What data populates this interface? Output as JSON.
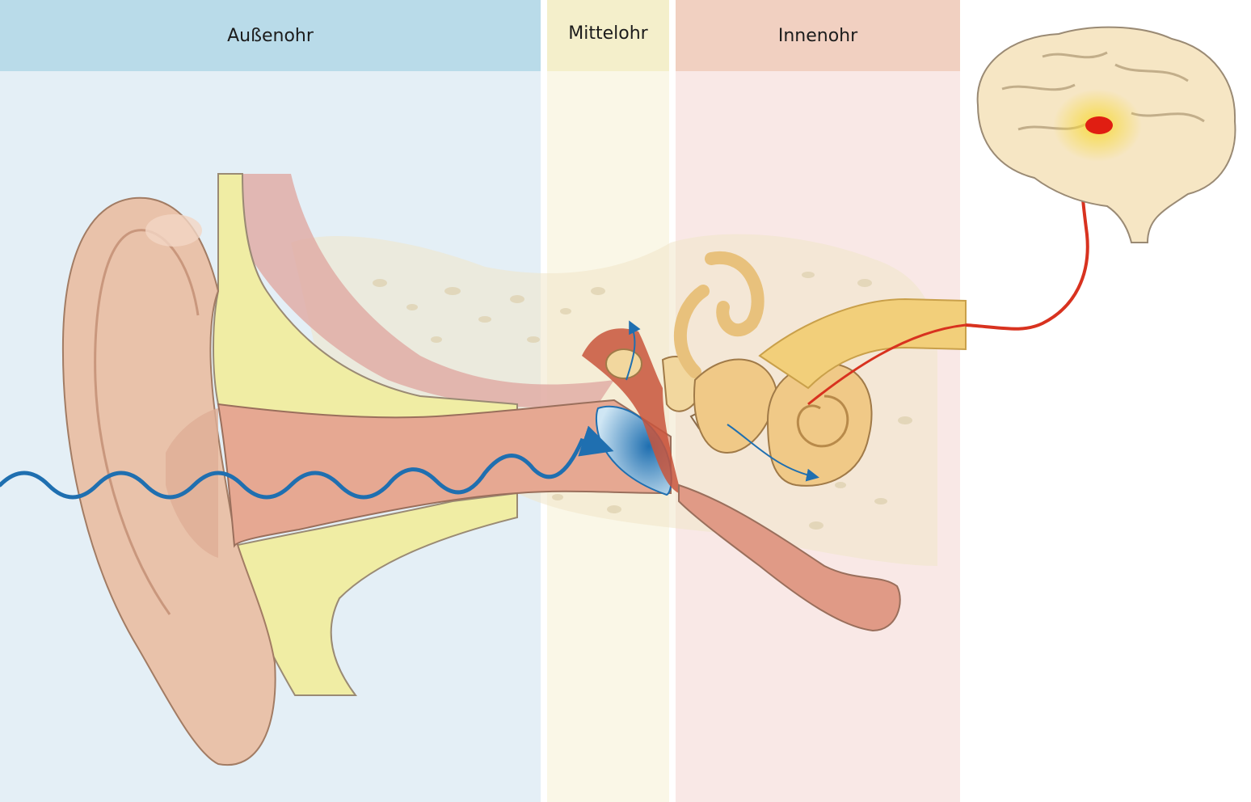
{
  "sections": {
    "outer_ear": {
      "label": "Außenohr",
      "header_color": "#b9dbe9",
      "body_color": "#e4eff6"
    },
    "middle_ear": {
      "label": "Mittelohr",
      "header_color": "#f4efcb",
      "body_color": "#faf7e7"
    },
    "inner_ear": {
      "label": "Innenohr",
      "header_color": "#f1d0c1",
      "body_color": "#f9e8e6"
    }
  },
  "colors": {
    "sound_wave": "#1f6fb0",
    "nerve_signal": "#d8321f",
    "skin": "#e9c2aa",
    "ear_canal": "#e6a892",
    "cartilage": "#f0eda4",
    "bone": "#f0e6c8",
    "nerve_bundle": "#f2cf7a",
    "brain": "#f6e6c4",
    "auditory_center": "#e01e12"
  },
  "icons": [
    "brain-icon",
    "sound-wave-icon",
    "ear-icon",
    "cochlea-icon",
    "eardrum-icon",
    "auditory-nerve-icon"
  ]
}
